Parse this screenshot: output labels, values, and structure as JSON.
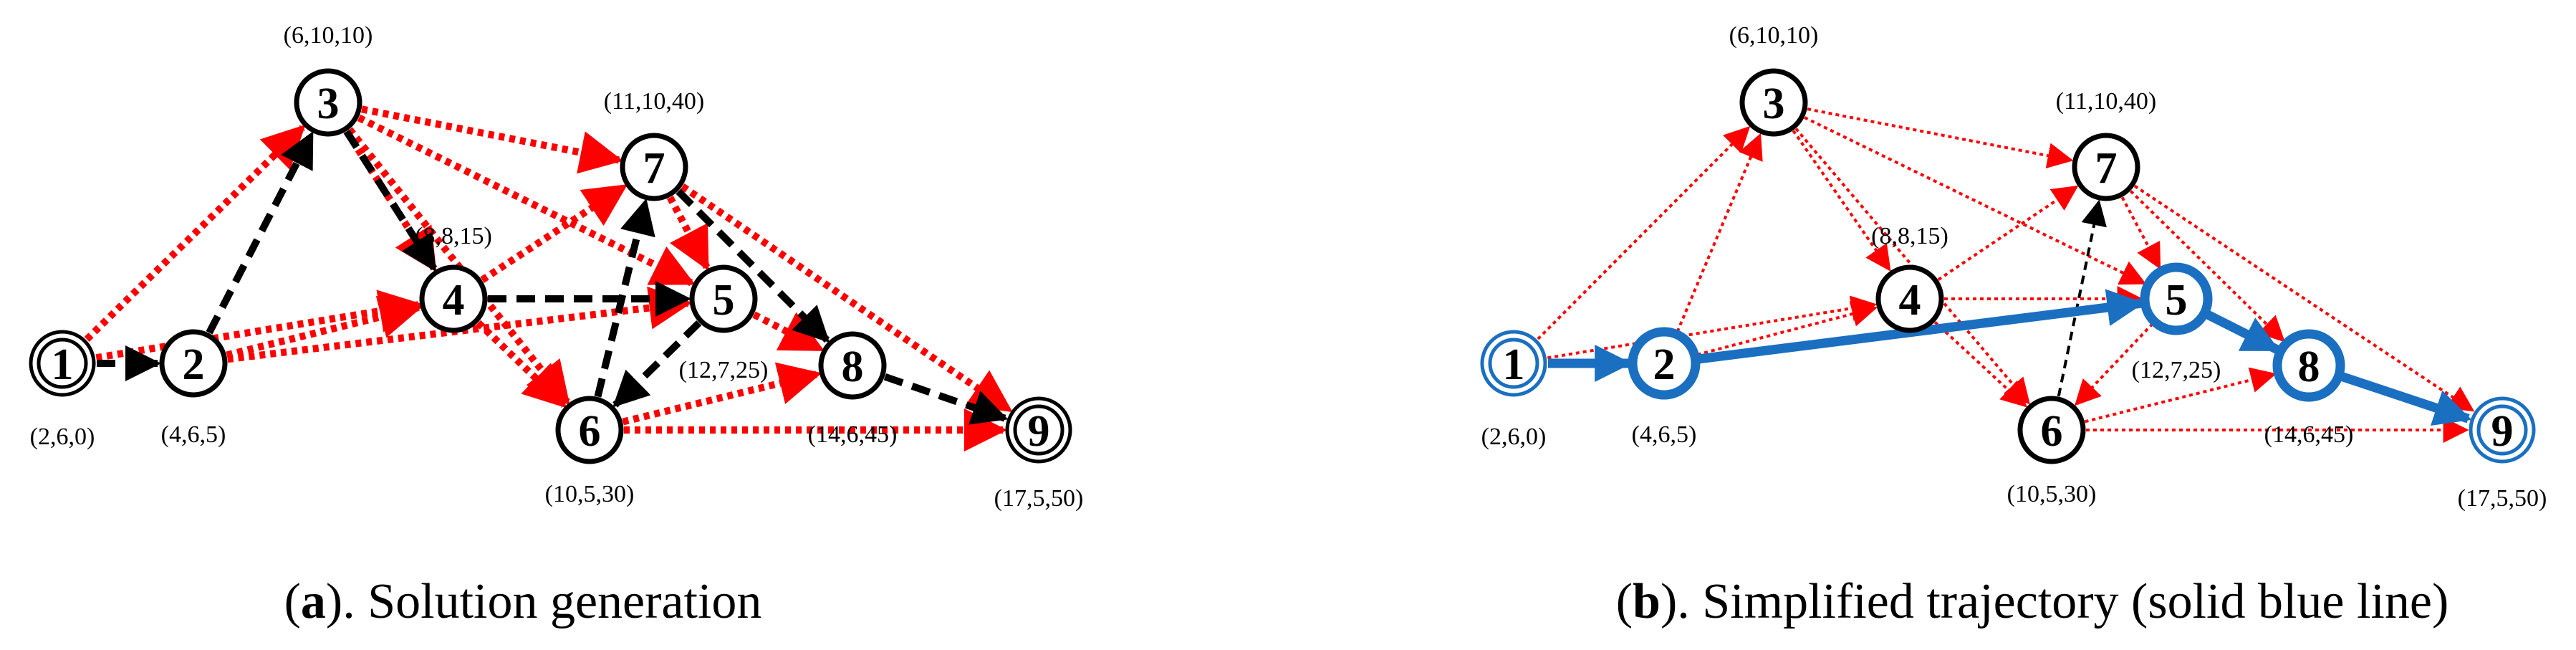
{
  "panels": [
    {
      "id": "a",
      "caption": {
        "open": "(",
        "letter": "a",
        "rest": "). Solution generation"
      },
      "nodes": [
        {
          "id": "1",
          "coord": "(2,6,0)",
          "double": true
        },
        {
          "id": "2",
          "coord": "(4,6,5)"
        },
        {
          "id": "3",
          "coord": "(6,10,10)"
        },
        {
          "id": "4",
          "coord": "(8,8,15)"
        },
        {
          "id": "5",
          "coord": "(12,7,25)"
        },
        {
          "id": "6",
          "coord": "(10,5,30)"
        },
        {
          "id": "7",
          "coord": "(11,10,40)"
        },
        {
          "id": "8",
          "coord": "(14,6,45)"
        },
        {
          "id": "9",
          "coord": "(17,5,50)",
          "double": true
        }
      ],
      "edges": [
        {
          "from": "1",
          "to": "3",
          "style": "red-dotted"
        },
        {
          "from": "1",
          "to": "4",
          "style": "red-dotted"
        },
        {
          "from": "2",
          "to": "4",
          "style": "red-dotted"
        },
        {
          "from": "2",
          "to": "5",
          "style": "red-dotted"
        },
        {
          "from": "3",
          "to": "4",
          "style": "red-dotted"
        },
        {
          "from": "3",
          "to": "5",
          "style": "red-dotted"
        },
        {
          "from": "3",
          "to": "6",
          "style": "red-dotted"
        },
        {
          "from": "3",
          "to": "7",
          "style": "red-dotted"
        },
        {
          "from": "4",
          "to": "7",
          "style": "red-dotted"
        },
        {
          "from": "4",
          "to": "6",
          "style": "red-dotted"
        },
        {
          "from": "7",
          "to": "5",
          "style": "red-dotted"
        },
        {
          "from": "7",
          "to": "9",
          "style": "red-dotted"
        },
        {
          "from": "5",
          "to": "8",
          "style": "red-dotted"
        },
        {
          "from": "6",
          "to": "8",
          "style": "red-dotted"
        },
        {
          "from": "6",
          "to": "9",
          "style": "red-dotted"
        },
        {
          "from": "1",
          "to": "2",
          "style": "black-dashed"
        },
        {
          "from": "2",
          "to": "3",
          "style": "black-dashed"
        },
        {
          "from": "3",
          "to": "4",
          "style": "black-dashed"
        },
        {
          "from": "4",
          "to": "5",
          "style": "black-dashed"
        },
        {
          "from": "5",
          "to": "6",
          "style": "black-dashed"
        },
        {
          "from": "6",
          "to": "7",
          "style": "black-dashed"
        },
        {
          "from": "7",
          "to": "8",
          "style": "black-dashed"
        },
        {
          "from": "8",
          "to": "9",
          "style": "black-dashed"
        }
      ]
    },
    {
      "id": "b",
      "caption": {
        "open": "(",
        "letter": "b",
        "rest": "). Simplified trajectory (solid blue line)"
      },
      "nodes": [
        {
          "id": "1",
          "coord": "(2,6,0)",
          "double": true,
          "highlight": true
        },
        {
          "id": "2",
          "coord": "(4,6,5)",
          "highlight": true
        },
        {
          "id": "3",
          "coord": "(6,10,10)"
        },
        {
          "id": "4",
          "coord": "(8,8,15)"
        },
        {
          "id": "5",
          "coord": "(12,7,25)",
          "highlight": true
        },
        {
          "id": "6",
          "coord": "(10,5,30)"
        },
        {
          "id": "7",
          "coord": "(11,10,40)"
        },
        {
          "id": "8",
          "coord": "(14,6,45)",
          "highlight": true
        },
        {
          "id": "9",
          "coord": "(17,5,50)",
          "double": true,
          "highlight": true
        }
      ],
      "edges": [
        {
          "from": "1",
          "to": "3",
          "style": "red-thin"
        },
        {
          "from": "1",
          "to": "4",
          "style": "red-thin"
        },
        {
          "from": "2",
          "to": "3",
          "style": "red-thin"
        },
        {
          "from": "2",
          "to": "4",
          "style": "red-thin"
        },
        {
          "from": "3",
          "to": "4",
          "style": "red-thin"
        },
        {
          "from": "3",
          "to": "5",
          "style": "red-thin"
        },
        {
          "from": "3",
          "to": "6",
          "style": "red-thin"
        },
        {
          "from": "3",
          "to": "7",
          "style": "red-thin"
        },
        {
          "from": "4",
          "to": "7",
          "style": "red-thin"
        },
        {
          "from": "4",
          "to": "5",
          "style": "red-thin"
        },
        {
          "from": "4",
          "to": "6",
          "style": "red-thin"
        },
        {
          "from": "7",
          "to": "5",
          "style": "red-thin"
        },
        {
          "from": "7",
          "to": "8",
          "style": "red-thin"
        },
        {
          "from": "7",
          "to": "9",
          "style": "red-thin"
        },
        {
          "from": "5",
          "to": "6",
          "style": "red-thin"
        },
        {
          "from": "6",
          "to": "8",
          "style": "red-thin"
        },
        {
          "from": "6",
          "to": "9",
          "style": "red-thin"
        },
        {
          "from": "6",
          "to": "7",
          "style": "black-thin-dashed"
        },
        {
          "from": "1",
          "to": "2",
          "style": "blue-solid"
        },
        {
          "from": "2",
          "to": "5",
          "style": "blue-solid"
        },
        {
          "from": "5",
          "to": "8",
          "style": "blue-solid"
        },
        {
          "from": "8",
          "to": "9",
          "style": "blue-solid"
        }
      ]
    }
  ],
  "colors": {
    "red": "#ff0000",
    "black": "#000000",
    "blue": "#1a6fc0"
  }
}
